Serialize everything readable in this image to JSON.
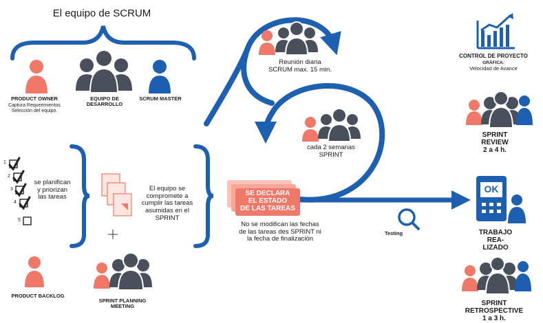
{
  "colors": {
    "blue": "#1d5fb0",
    "coral": "#f07868",
    "coral_light": "#f7a79a",
    "dark": "#4a4f5c",
    "check": "#222222"
  },
  "team": {
    "title": "El equipo de SCRUM",
    "product_owner": {
      "name": "PRODUCT OWNER",
      "desc": "Captura Requerimientos\nSelección del equipo."
    },
    "dev_team": "EQUIPO DE\nDESARROLLO",
    "scrum_master": "SCRUM MASTER"
  },
  "daily": {
    "label": "Reunión diaria\nSCRUM  max. 15 min."
  },
  "sprint": {
    "label": "cada 2 semanas\nSPRINT"
  },
  "backlog": {
    "numbers": [
      "1",
      "2",
      "3",
      "4",
      "5"
    ],
    "checked": [
      true,
      true,
      true,
      true,
      false
    ],
    "text": "se planifican\ny priorizan\nlas tareas",
    "label": "PRODUCT BACKLOG"
  },
  "planning": {
    "commit_text": "El equipo se\ncompromete a\ncumplir las tareas\nasumidas en el\nSPRINT",
    "label": "SPRINT PLANNING\nMEETING"
  },
  "declare": {
    "box_text": "SE DECLARA\nEL ESTADO\nDE LAS TAREAS",
    "note": "No se modifican las fechas\nde las tareas des SPRINT ni\nla fecha de finalización"
  },
  "testing": "Testing",
  "control": {
    "title": "CONTROL DE PROYECTO",
    "sub": "GRÁFICA:",
    "desc": "Velocidad de Avance"
  },
  "review": "SPRINT REVIEW\n2 a 4 h.",
  "done": {
    "screen": "OK",
    "label": "TRABAJO REA-\nLIZADO"
  },
  "retro": "SPRINT RETROSPECTIVE\n1 a 3 h."
}
